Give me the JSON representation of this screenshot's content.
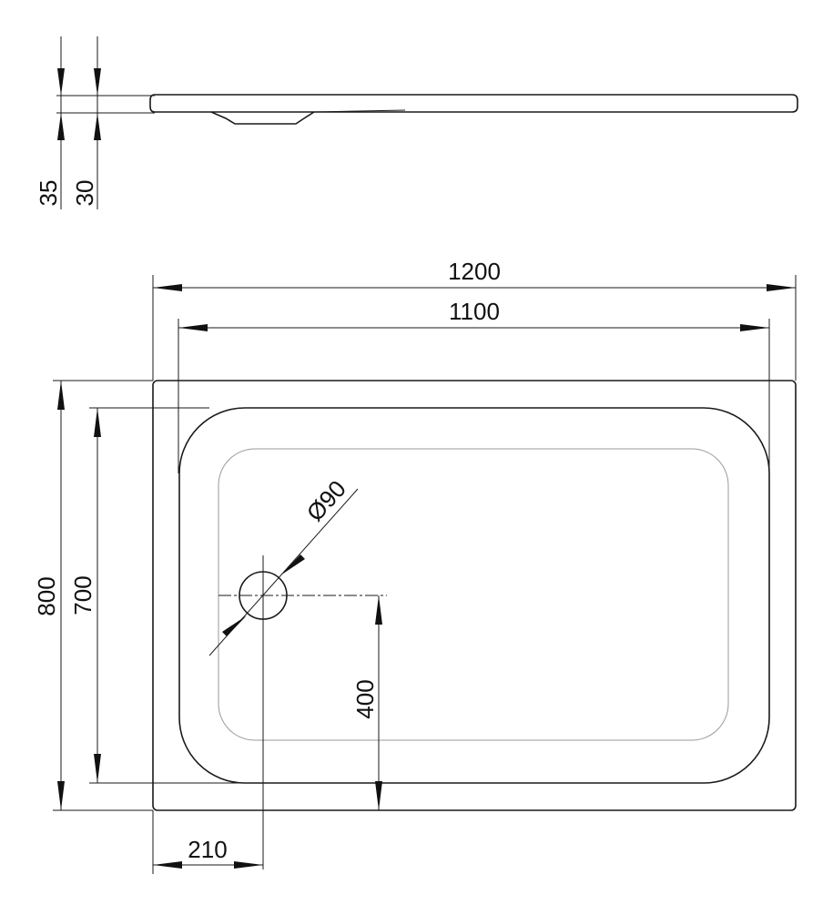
{
  "dimensions": {
    "total_height": "35",
    "rim_height": "30",
    "overall_length": "1200",
    "inner_length": "1100",
    "overall_width": "800",
    "inner_width": "700",
    "drain_diameter": "Ø90",
    "drain_from_side": "210",
    "drain_from_front": "400"
  }
}
